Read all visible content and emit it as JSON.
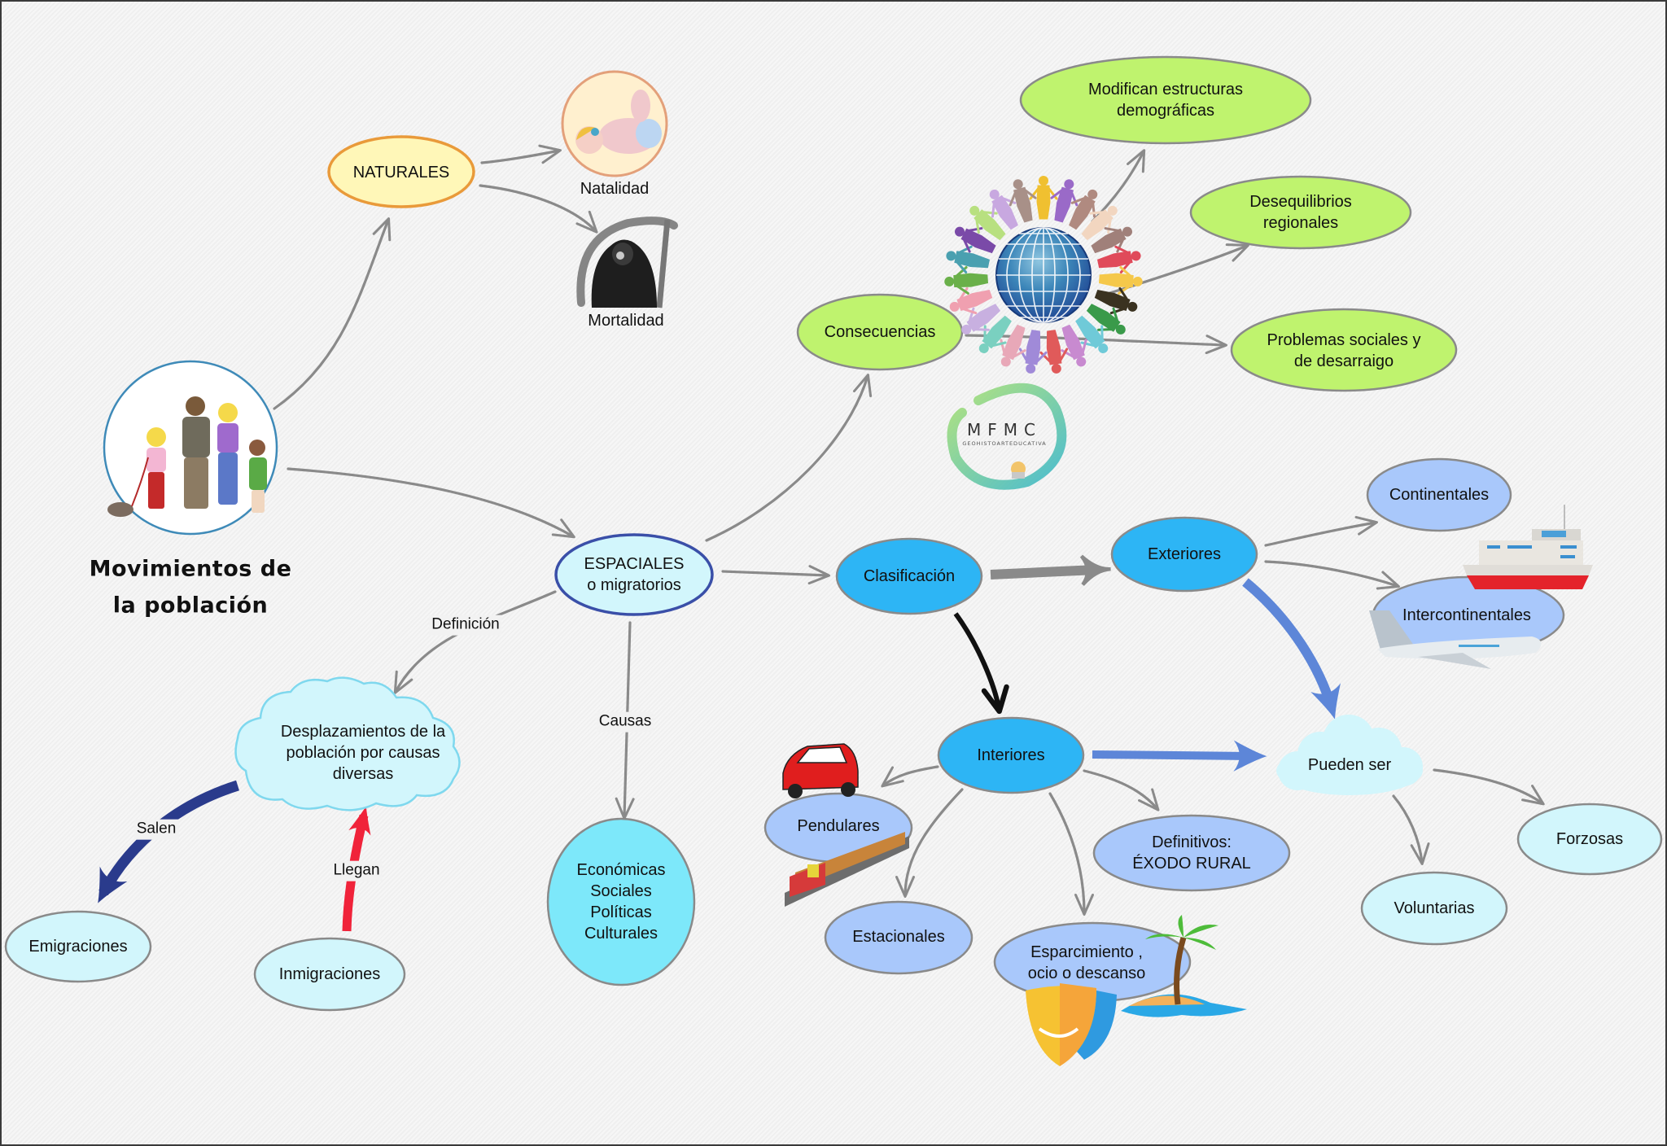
{
  "title": {
    "line1": "Movimientos de",
    "line2": "la población"
  },
  "nodes": {
    "naturales": "NATURALES",
    "natalidad": "Natalidad",
    "mortalidad": "Mortalidad",
    "espaciales": {
      "line1": "ESPACIALES",
      "line2": "o migratorios"
    },
    "consecuencias": "Consecuencias",
    "modifican": {
      "line1": "Modifican estructuras",
      "line2": "demográficas"
    },
    "desequilibrios": {
      "line1": "Desequilibrios",
      "line2": "regionales"
    },
    "problemas": {
      "line1": "Problemas sociales y",
      "line2": "de desarraigo"
    },
    "clasificacion": "Clasificación",
    "exteriores": "Exteriores",
    "continentales": "Continentales",
    "intercontinentales": "Intercontinentales",
    "interiores": "Interiores",
    "pueden_ser": "Pueden ser",
    "definitivos": {
      "line1": "Definitivos:",
      "line2": "ÉXODO RURAL"
    },
    "pendulares": "Pendulares",
    "estacionales": "Estacionales",
    "esparcimiento": {
      "line1": "Esparcimiento ,",
      "line2": "ocio o descanso"
    },
    "voluntarias": "Voluntarias",
    "forzosas": "Forzosas",
    "desplazamientos": {
      "line1": "Desplazamientos de la",
      "line2": "población por causas",
      "line3": "diversas"
    },
    "causas_list": [
      "Económicas",
      "Sociales",
      "Políticas",
      "Culturales"
    ],
    "emigraciones": "Emigraciones",
    "inmigraciones": "Inmigraciones"
  },
  "edge_labels": {
    "definicion": "Definición",
    "causas": "Causas",
    "salen": "Salen",
    "llegan": "Llegan"
  },
  "logo": {
    "main": "MFMC",
    "sub": "GEOHISTOARTEDUCATIVA"
  },
  "icons": {
    "family": "family-walking-icon",
    "baby": "baby-icon",
    "reaper": "grim-reaper-icon",
    "globe": "globe-people-ring-icon",
    "ship": "cruise-ship-icon",
    "plane": "airplane-icon",
    "car": "red-car-icon",
    "train": "train-icon",
    "masks": "theater-masks-icon",
    "island": "palm-island-icon"
  },
  "colors": {
    "naturales_fill": "#fff7b8",
    "naturales_stroke": "#e99a3a",
    "green_fill": "#bff36e",
    "blue_fill": "#2db5f5",
    "periwinkle_fill": "#a9c8fb",
    "pale_cyan_fill": "#d2f6fc",
    "cyan_fill": "#7de8fa",
    "arrow_gray": "#8a8a8a",
    "arrow_blue": "#5d86d8",
    "arrow_navy": "#2a3b8c",
    "arrow_red": "#f0233a"
  }
}
